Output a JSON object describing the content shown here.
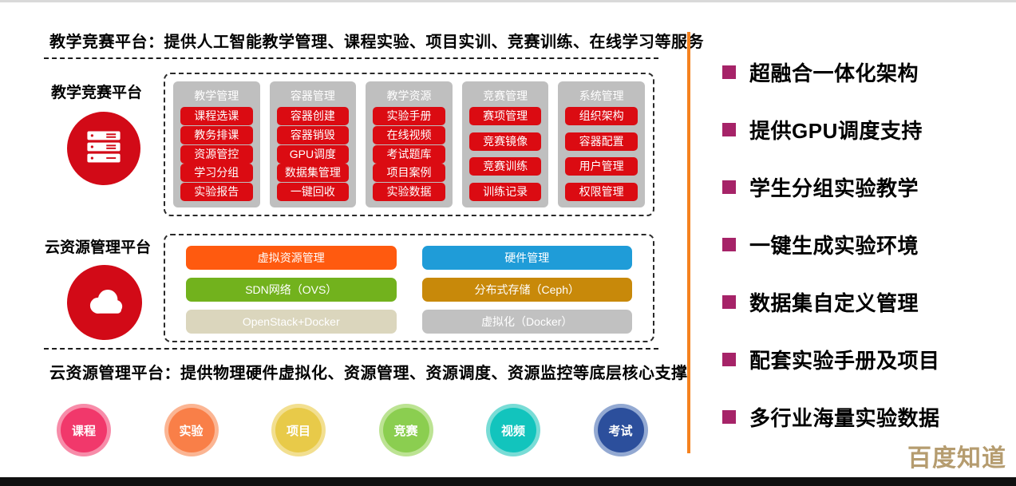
{
  "top_title": "教学竞赛平台：提供人工智能教学管理、课程实验、项目实训、竞赛训练、在线学习等服务",
  "bottom_title": "云资源管理平台：提供物理硬件虚拟化、资源管理、资源调度、资源监控等底层核心支撑",
  "platform1": {
    "label": "教学竞赛平台",
    "icon": "server-icon",
    "columns": [
      {
        "header": "教学管理",
        "items": [
          "课程选课",
          "教务排课",
          "资源管控",
          "学习分组",
          "实验报告"
        ]
      },
      {
        "header": "容器管理",
        "items": [
          "容器创建",
          "容器销毁",
          "GPU调度",
          "数据集管理",
          "一键回收"
        ]
      },
      {
        "header": "教学资源",
        "items": [
          "实验手册",
          "在线视频",
          "考试题库",
          "项目案例",
          "实验数据"
        ]
      },
      {
        "header": "竞赛管理",
        "items": [
          "赛项管理",
          "竞赛镜像",
          "竞赛训练",
          "训练记录"
        ]
      },
      {
        "header": "系统管理",
        "items": [
          "组织架构",
          "容器配置",
          "用户管理",
          "权限管理"
        ]
      }
    ]
  },
  "platform2": {
    "label": "云资源管理平台",
    "icon": "cloud-icon",
    "bars": [
      {
        "label": "虚拟资源管理",
        "color": "#ff5a0f"
      },
      {
        "label": "硬件管理",
        "color": "#1f9cd8"
      },
      {
        "label": "SDN网络（OVS）",
        "color": "#72b21d"
      },
      {
        "label": "分布式存储（Ceph）",
        "color": "#c8890a"
      },
      {
        "label": "OpenStack+Docker",
        "color": "#dbd6bd"
      },
      {
        "label": "虚拟化（Docker）",
        "color": "#c1c1c1"
      }
    ]
  },
  "circles": [
    {
      "label": "课程",
      "color": "#f1386b",
      "ring": "#f78ca9"
    },
    {
      "label": "实验",
      "color": "#f97f48",
      "ring": "#fbb593"
    },
    {
      "label": "项目",
      "color": "#e8ca49",
      "ring": "#f2df90"
    },
    {
      "label": "竞赛",
      "color": "#8bce50",
      "ring": "#bce393"
    },
    {
      "label": "视频",
      "color": "#12c4bd",
      "ring": "#79dcd6"
    },
    {
      "label": "考试",
      "color": "#2c4f9c",
      "ring": "#93a9d2"
    }
  ],
  "right_panel": {
    "bullet_color": "#a62368",
    "items": [
      "超融合一体化架构",
      "提供GPU调度支持",
      "学生分组实验教学",
      "一键生成实验环境",
      "数据集自定义管理",
      "配套实验手册及项目",
      "多行业海量实验数据"
    ]
  },
  "watermark": "百度知道",
  "colors": {
    "accent_red": "#d20a17",
    "module_red": "#db0b12",
    "column_gray": "#bfbfbf",
    "divider_orange": "#f5821f",
    "watermark_gold": "#b59c6f"
  }
}
